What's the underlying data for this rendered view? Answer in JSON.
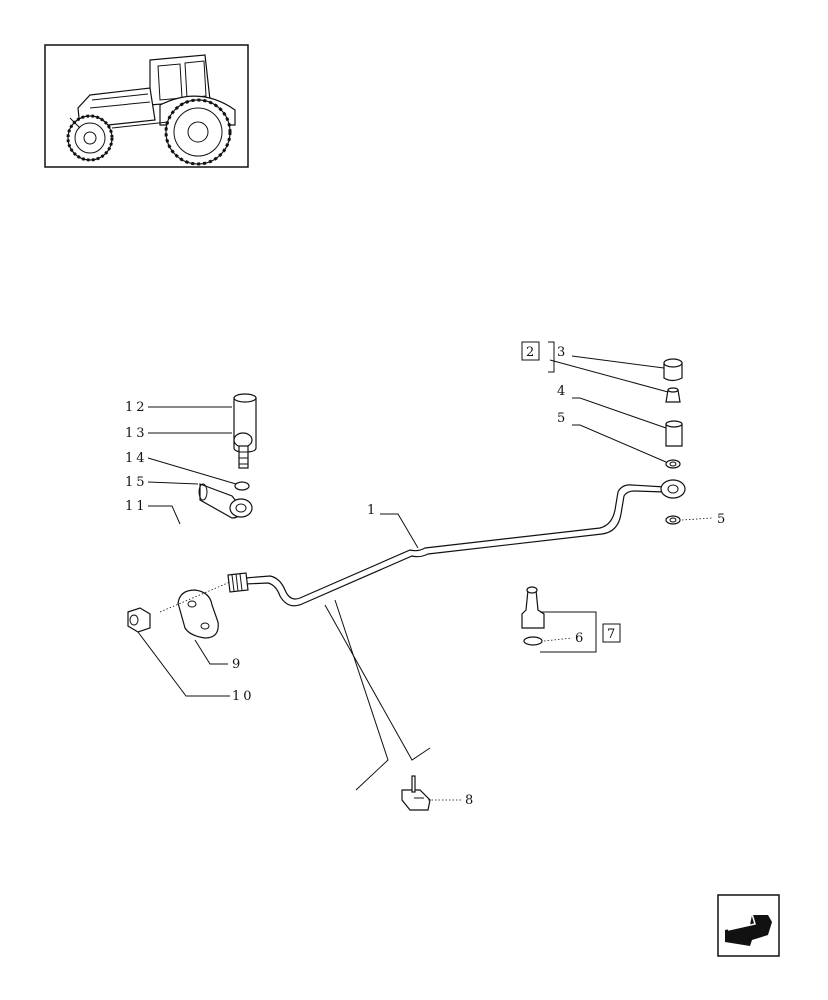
{
  "callouts": {
    "c1": "1",
    "c2": "2",
    "c3": "3",
    "c4": "4",
    "c5a": "5",
    "c5b": "5",
    "c6": "6",
    "c7": "7",
    "c8": "8",
    "c9": "9",
    "c10": "10",
    "c11": "11",
    "c12": "12",
    "c13": "13",
    "c14": "14",
    "c15": "15"
  },
  "icons": {
    "thumbnail": "tractor-thumbnail-icon",
    "nav": "back-arrow-icon"
  }
}
